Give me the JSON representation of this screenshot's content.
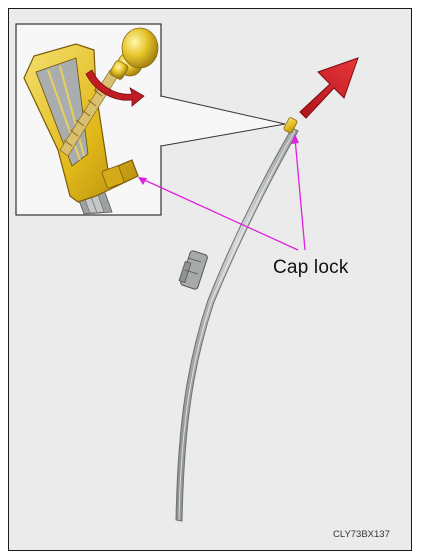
{
  "labels": {
    "callout": "Cap lock",
    "figure_code": "CLY73BX137"
  },
  "colors": {
    "background": "#ebebeb",
    "leader_line": "#e020e0",
    "arrow": "#d8202a",
    "cap": "#e8c820",
    "blade": "#b8bcbc"
  },
  "icons": [
    "wiper-blade",
    "cap-lock-detail",
    "direction-arrow",
    "rotate-arrow"
  ]
}
